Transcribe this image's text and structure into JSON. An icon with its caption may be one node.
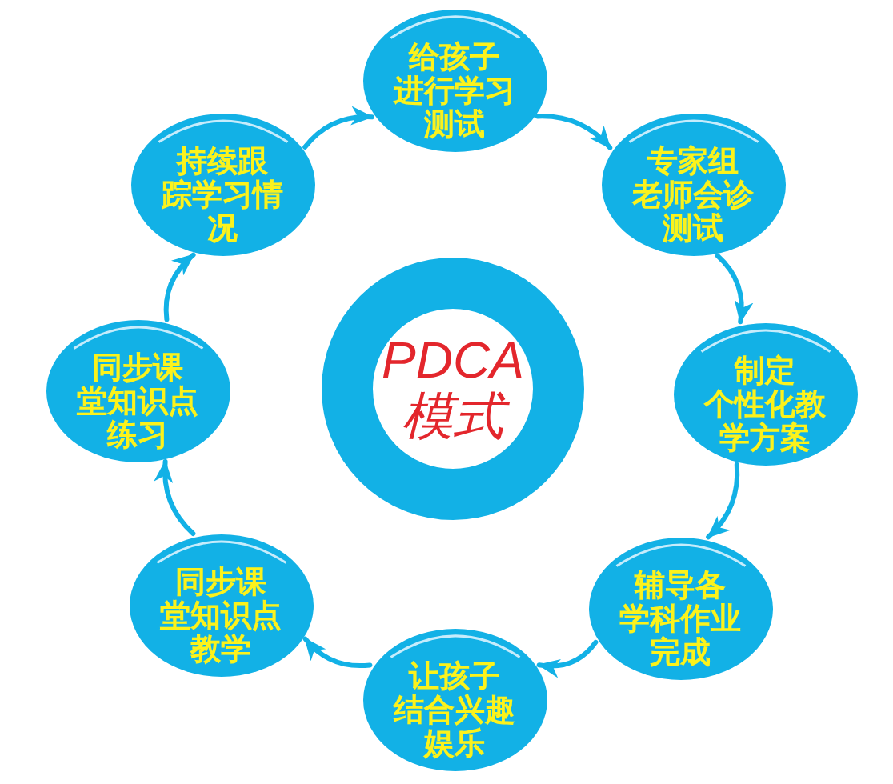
{
  "diagram": {
    "nodes": [
      {
        "text": [
          "给孩子进行学习测试"
        ]
      },
      {
        "text": [
          "专家组老师会诊测试"
        ]
      },
      {
        "text": [
          "制定个性化教学方案"
        ]
      },
      {
        "text": [
          "辅导各学科作业完成"
        ]
      },
      {
        "text": [
          "让孩子结合兴趣娱乐"
        ]
      },
      {
        "text": [
          "同步课堂知识点教学"
        ]
      },
      {
        "text": [
          "同步课堂知识点练习"
        ]
      },
      {
        "text": [
          "持续跟踪学习情况"
        ]
      },
      {
        "text": [
          "PDCA模式"
        ]
      }
    ],
    "edges": [
      {
        "from": 0,
        "to": 1,
        "arrow": "to"
      },
      {
        "from": 1,
        "to": 2,
        "arrow": "to"
      },
      {
        "from": 2,
        "to": 3,
        "arrow": "to"
      },
      {
        "from": 3,
        "to": 4,
        "arrow": "to"
      },
      {
        "from": 4,
        "to": 5,
        "arrow": "to"
      },
      {
        "from": 5,
        "to": 6,
        "arrow": "to"
      },
      {
        "from": 6,
        "to": 7,
        "arrow": "to"
      },
      {
        "from": 7,
        "to": 0,
        "arrow": "to"
      }
    ]
  }
}
